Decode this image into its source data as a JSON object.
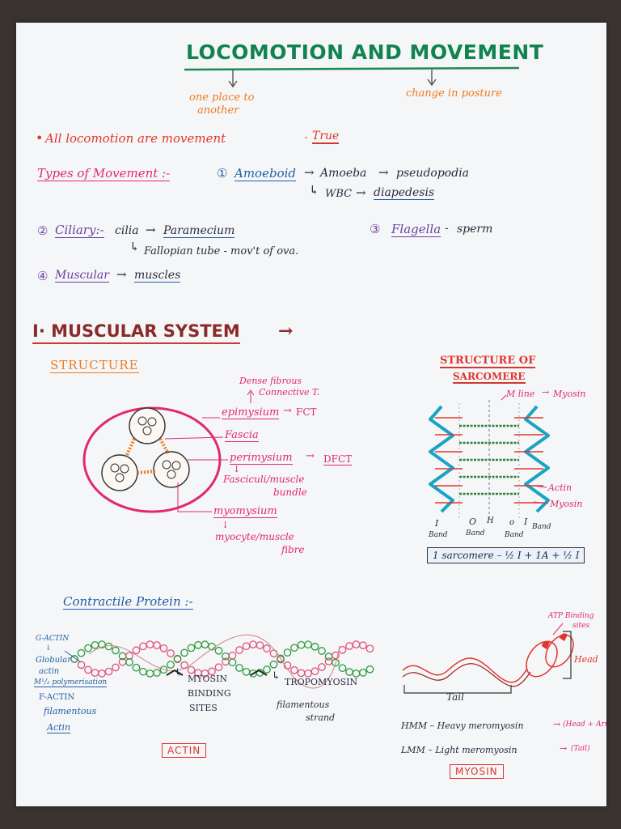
{
  "title": "LOCOMOTION AND MOVEMENT",
  "title_notes": {
    "left": [
      "one place to",
      "another"
    ],
    "right": "change in posture"
  },
  "statement": {
    "text": "All locomotion are movement",
    "verdict": "True"
  },
  "types": {
    "heading": "Types of Movement :-",
    "amoeboid": {
      "num": "①",
      "label": "Amoeboid",
      "a": "Amoeba",
      "a2": "pseudopodia",
      "b": "WBC",
      "b2": "diapedesis"
    },
    "ciliary": {
      "num": "②",
      "label": "Ciliary:-",
      "a": "cilia",
      "a2": "Paramecium",
      "b": "Fallopian tube - mov't of ova."
    },
    "flagella": {
      "num": "③",
      "label": "Flagella",
      "a": "sperm"
    },
    "muscular": {
      "num": "④",
      "label": "Muscular",
      "a": "muscles"
    }
  },
  "section": "I· MUSCULAR SYSTEM",
  "structure": {
    "heading": "STRUCTURE",
    "dense": [
      "Dense fibrous",
      "Connective T."
    ],
    "epimysium": "epimysium",
    "epimysium_t": "FCT",
    "fascia": "Fascia",
    "perimysium": "perimysium",
    "perimysium_t": "DFCT",
    "fasciculi": [
      "Fasciculi/muscle",
      "bundle"
    ],
    "myomysium": "myomysium",
    "myocyte": [
      "myocyte/muscle",
      "fibre"
    ]
  },
  "sarcomere": {
    "heading": [
      "STRUCTURE OF",
      "SARCOMERE"
    ],
    "mline": "M line",
    "mline_t": "Myosin",
    "actin": "Actin",
    "myosin": "Myosin",
    "bands": [
      "I",
      "O",
      "H",
      "o",
      "I"
    ],
    "band_word": "Band",
    "formula": "1 sarcomere – ½ I + 1A + ½ I"
  },
  "contractile": {
    "heading": "Contractile Protein :-",
    "gactin": [
      "G-ACTIN",
      "↓",
      "Globular",
      "actin",
      "M¹/₂ polymerisation",
      "F-ACTIN",
      "filamentous",
      "Actin"
    ],
    "myosin_sites": [
      "MYOSIN",
      "BINDING",
      "SITES"
    ],
    "tropomyosin": "TROPOMYOSIN",
    "tropo_sub": [
      "filamentous",
      "strand"
    ],
    "actin_box": "ACTIN",
    "atp": [
      "ATP Binding",
      "sites"
    ],
    "head": "Head",
    "tail": "Tail",
    "hmm": "HMM – Heavy meromyosin",
    "hmm_t": "(Head + Arm",
    "lmm": "LMM – Light meromyosin",
    "lmm_t": "(Tail)",
    "myosin_box": "MYOSIN"
  }
}
